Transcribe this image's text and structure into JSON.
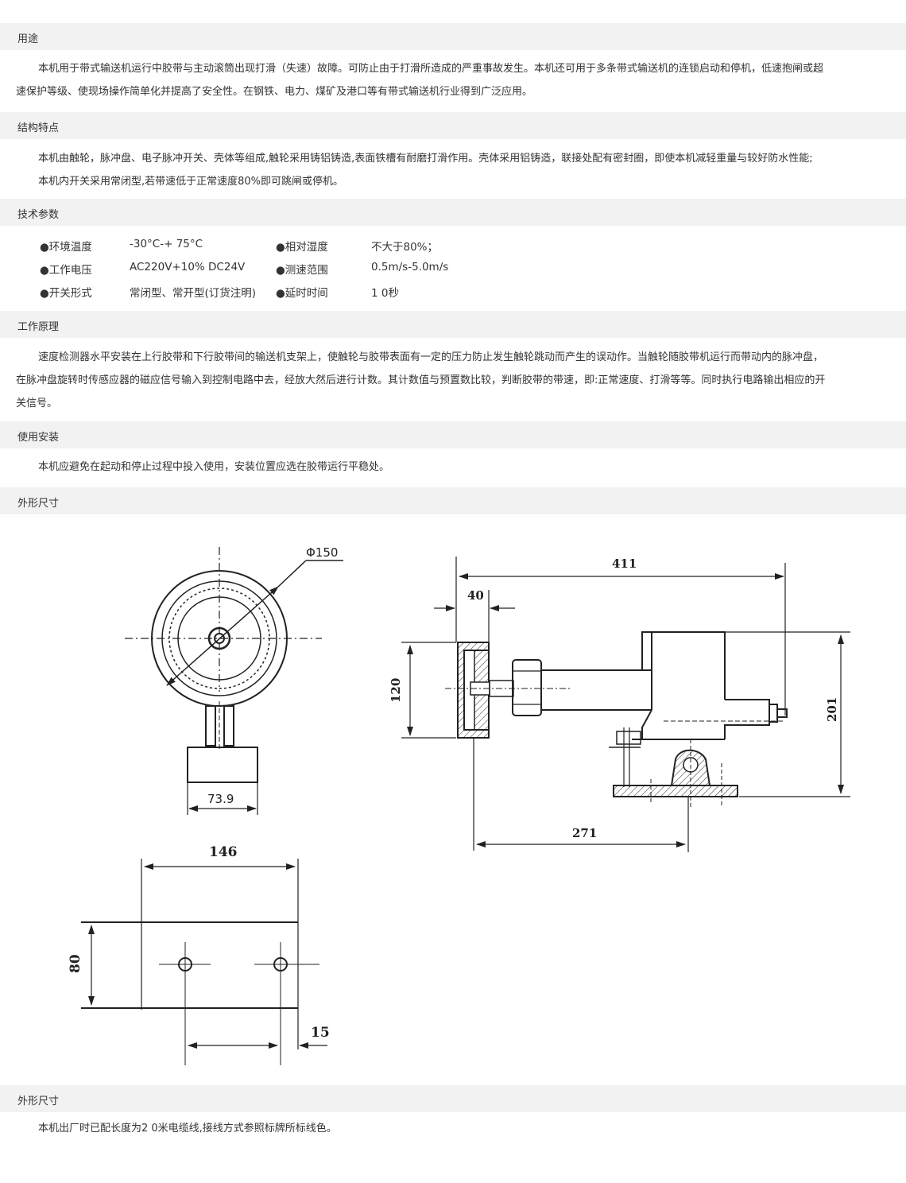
{
  "sections": {
    "usage": {
      "title": "用途",
      "lines": [
        "本机用于带式输送机运行中胶带与主动滚筒出现打滑（失速）故障。可防止由于打滑所造成的严重事故发生。本机还可用于多条带式输送机的连锁启动和停机，低速抱闸或超",
        "速保护等级、使现场操作简单化并提高了安全性。在钢铁、电力、煤矿及港口等有带式输送机行业得到广泛应用。"
      ]
    },
    "structure": {
      "title": "结构特点",
      "lines": [
        "本机由触轮，脉冲盘、电子脉冲开关、壳体等组成,触轮采用铸铝铸造,表面铁槽有耐磨打滑作用。壳体采用铝铸造，联接处配有密封圈，即使本机减轻重量与较好防水性能;",
        "本机内开关采用常闭型,若带速低于正常速度80%即可跳闸或停机。"
      ]
    },
    "specs": {
      "title": "技术参数",
      "rows": [
        {
          "label1": "●环境温度",
          "value1": "-30°C-+ 75°C",
          "label2": "●相对湿度",
          "value2": "不大于80%；"
        },
        {
          "label1": "●工作电压",
          "value1": "AC220V+10% DC24V",
          "label2": "●测速范围",
          "value2": "0.5m/s-5.0m/s"
        },
        {
          "label1": "●开关形式",
          "value1": "常闭型、常开型(订货注明)",
          "label2": "●延时时间",
          "value2": "1 0秒"
        }
      ]
    },
    "principle": {
      "title": "工作原理",
      "lines": [
        "速度检测器水平安装在上行胶带和下行胶带间的输送机支架上，使触轮与胶带表面有一定的压力防止发生触轮跳动而产生的误动作。当触轮随胶带机运行而带动内的脉冲盘，",
        "在脉冲盘旋转时传感应器的磁应信号输入到控制电路中去，经放大然后进行计数。其计数值与预置数比较，判断胶带的带速，即:正常速度、打滑等等。同时执行电路输出相应的开",
        "关信号。"
      ]
    },
    "install": {
      "title": "使用安装",
      "lines": [
        "本机应避免在起动和停止过程中投入使用，安装位置应选在胶带运行平稳处。"
      ]
    },
    "dimensions": {
      "title": "外形尺寸",
      "labels": {
        "diameter": "Φ150",
        "base_width": "73.9",
        "length_total": "411",
        "flange": "40",
        "height_left": "120",
        "height_right": "201",
        "length_base": "271",
        "plate_width": "146",
        "plate_height": "80",
        "hole_offset": "15"
      }
    },
    "wiring": {
      "title": "外形尺寸",
      "lines": [
        "本机出厂时已配长度为2 0米电缆线,接线方式参照标牌所标线色。"
      ]
    }
  }
}
